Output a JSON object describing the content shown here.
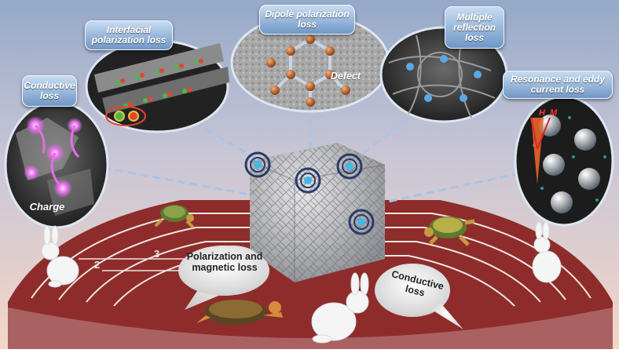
{
  "mechanisms": {
    "conductive": {
      "label": "Conductive loss",
      "sublabel": "Charge"
    },
    "interfacial": {
      "label": "Interfacial polarization loss"
    },
    "dipole": {
      "label": "Dipole polarization loss",
      "sublabel": "Defect"
    },
    "multiple_reflection": {
      "label": "Multiple reflection loss"
    },
    "resonance": {
      "label": "Resonance and eddy current loss",
      "field_h": "H",
      "field_m": "M"
    }
  },
  "bubbles": {
    "left": "Polarization and magnetic loss",
    "right": "Conductive loss"
  },
  "track": {
    "lane_numbers": [
      "2",
      "3"
    ]
  },
  "colors": {
    "track": "#8e2c2c",
    "lane_line": "#f1e6e0",
    "tag_fill": "#7aa3d1",
    "connector": "#a8c4e6",
    "ring": "#2a3b66",
    "ring_core": "#43b7e6"
  }
}
